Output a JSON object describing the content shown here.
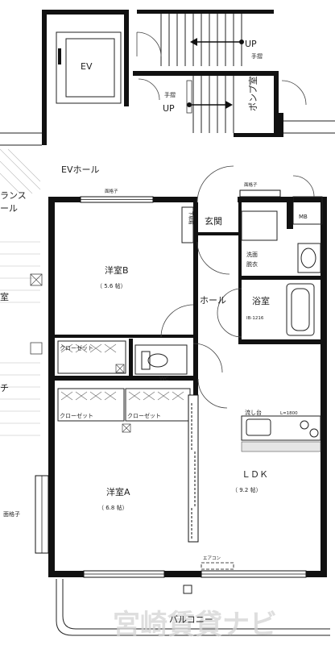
{
  "labels": {
    "ev": "EV",
    "up_top": "UP",
    "handrail_top": "手摺",
    "handrail_mid": "手摺",
    "up_mid": "UP",
    "pump_room": "ポンプ室",
    "ev_hall": "EVホール",
    "entrance_partial_1": "ランス",
    "entrance_partial_2": "ール",
    "left_partial_room": "室",
    "left_partial_chi": "チ",
    "grille_top_left": "面格子",
    "grille_top_right": "面格子",
    "grille_left": "面格子",
    "mb": "MB",
    "shoes": "下駄箱",
    "genkan": "玄関",
    "washroom_1": "洗面",
    "washroom_2": "脱衣",
    "bath": "浴室",
    "bath_size": "IB-1216",
    "hall": "ホール",
    "room_b": "洋室B",
    "room_b_size": "（ 5.6 帖）",
    "closet_1": "クローゼット",
    "wc": "WC",
    "closet_2": "クローゼット",
    "closet_3": "クローゼット",
    "sink": "流し台",
    "sink_len": "L=1800",
    "ldk": "ＬＤＫ",
    "ldk_size": "（ 9.2 帖）",
    "room_a": "洋室A",
    "room_a_size": "（ 6.8 帖）",
    "aircon": "エアコン",
    "balcony": "バルコニー",
    "watermark": "宮崎賃貸ナビ"
  }
}
